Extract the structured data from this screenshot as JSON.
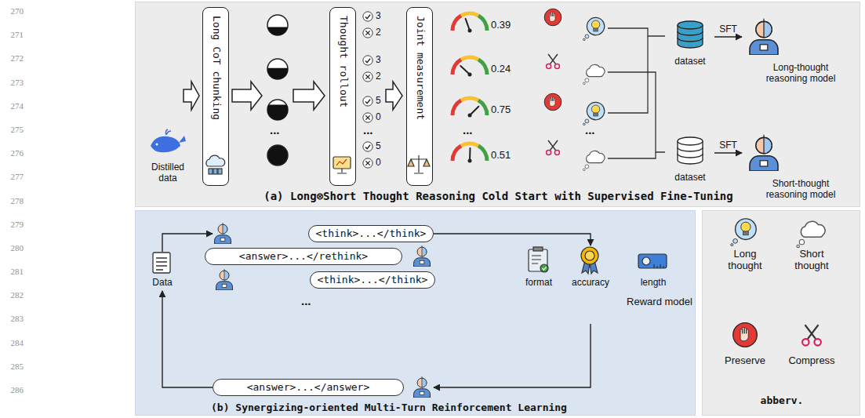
{
  "diagram": {
    "nodes": [
      {
        "text": [
          "(a) Long⊗Short Thought Reasoning Cold Start with Supervised Fine-Tuning"
        ]
      },
      {
        "text": [
          "Distilled data"
        ],
        "in": 0
      },
      {
        "text": [
          "Long CoT chunking"
        ],
        "in": 0
      },
      {
        "text": [
          "Thought rollout"
        ],
        "in": 0
      },
      {
        "text": [
          "Joint measurement"
        ],
        "in": 0
      },
      {
        "text": [
          "dataset"
        ],
        "in": 0
      },
      {
        "text": [
          "Long-thought reasoning model"
        ],
        "in": 0
      },
      {
        "text": [
          "dataset"
        ],
        "in": 0
      },
      {
        "text": [
          "Short-thought reasoning model"
        ],
        "in": 0
      },
      {
        "text": [
          "(b) Synergizing-oriented Multi-Turn Reinforcement Learning"
        ]
      },
      {
        "text": [
          "Data"
        ],
        "in": 9
      },
      {
        "text": [
          "<think>...</think>"
        ],
        "in": 9
      },
      {
        "text": [
          "<answer>...</rethink>"
        ],
        "in": 9
      },
      {
        "text": [
          "<think>...</think>"
        ],
        "in": 9
      },
      {
        "text": [
          "<answer>...</answer>"
        ],
        "in": 9
      },
      {
        "text": [
          "format",
          "accuracy",
          "length",
          "Reward model"
        ],
        "in": 9
      },
      {
        "text": [
          "abberv."
        ]
      }
    ],
    "edges": [
      {
        "from": 5,
        "to": 6,
        "arrow": "to",
        "label": "SFT"
      },
      {
        "from": 7,
        "to": 8,
        "arrow": "to",
        "label": "SFT"
      },
      {
        "from": 10,
        "to": 11,
        "arrow": "to"
      },
      {
        "from": 11,
        "to": 15,
        "arrow": "to"
      },
      {
        "from": 15,
        "to": 14,
        "arrow": "to"
      },
      {
        "from": 14,
        "to": 10,
        "arrow": "to"
      }
    ],
    "labels": [
      "270",
      "271",
      "272",
      "273",
      "274",
      "275",
      "276",
      "277",
      "278",
      "279",
      "280",
      "281",
      "282",
      "283",
      "284",
      "285",
      "286",
      "3",
      "2",
      "3",
      "2",
      "5",
      "0",
      "5",
      "0",
      "0.39",
      "0.24",
      "0.75",
      "0.51",
      "...",
      "...",
      "...",
      "...",
      "..."
    ],
    "legend": [
      {
        "text": "Long thought"
      },
      {
        "text": "Short thought"
      },
      {
        "text": "Preserve"
      },
      {
        "text": "Compress"
      }
    ]
  }
}
